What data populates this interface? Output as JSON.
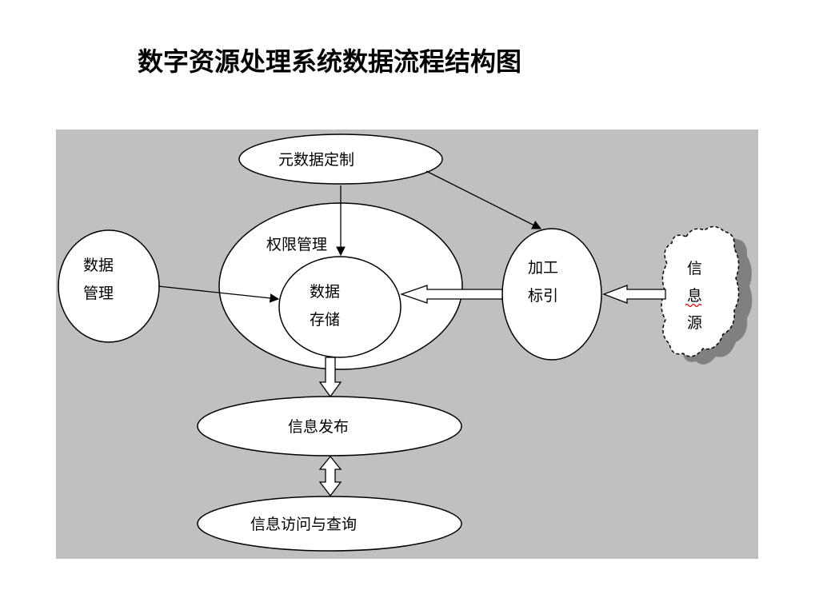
{
  "page": {
    "title": "数字资源处理系统数据流程结构图"
  },
  "nodes": {
    "metadata": "元数据定制",
    "auth": "权限管理",
    "data_mgmt_line1": "数据",
    "data_mgmt_line2": "管理",
    "storage_line1": "数据",
    "storage_line2": "存储",
    "processing_line1": "加工",
    "processing_line2": "标引",
    "source_line1": "信",
    "source_line2": "息",
    "source_line3": "源",
    "publish": "信息发布",
    "access": "信息访问与查询"
  },
  "colors": {
    "panel": "#c0c0c0",
    "shape_fill": "#ffffff",
    "stroke": "#000000",
    "shadow": "#808080",
    "spellcheck_underline": "#d00000"
  }
}
